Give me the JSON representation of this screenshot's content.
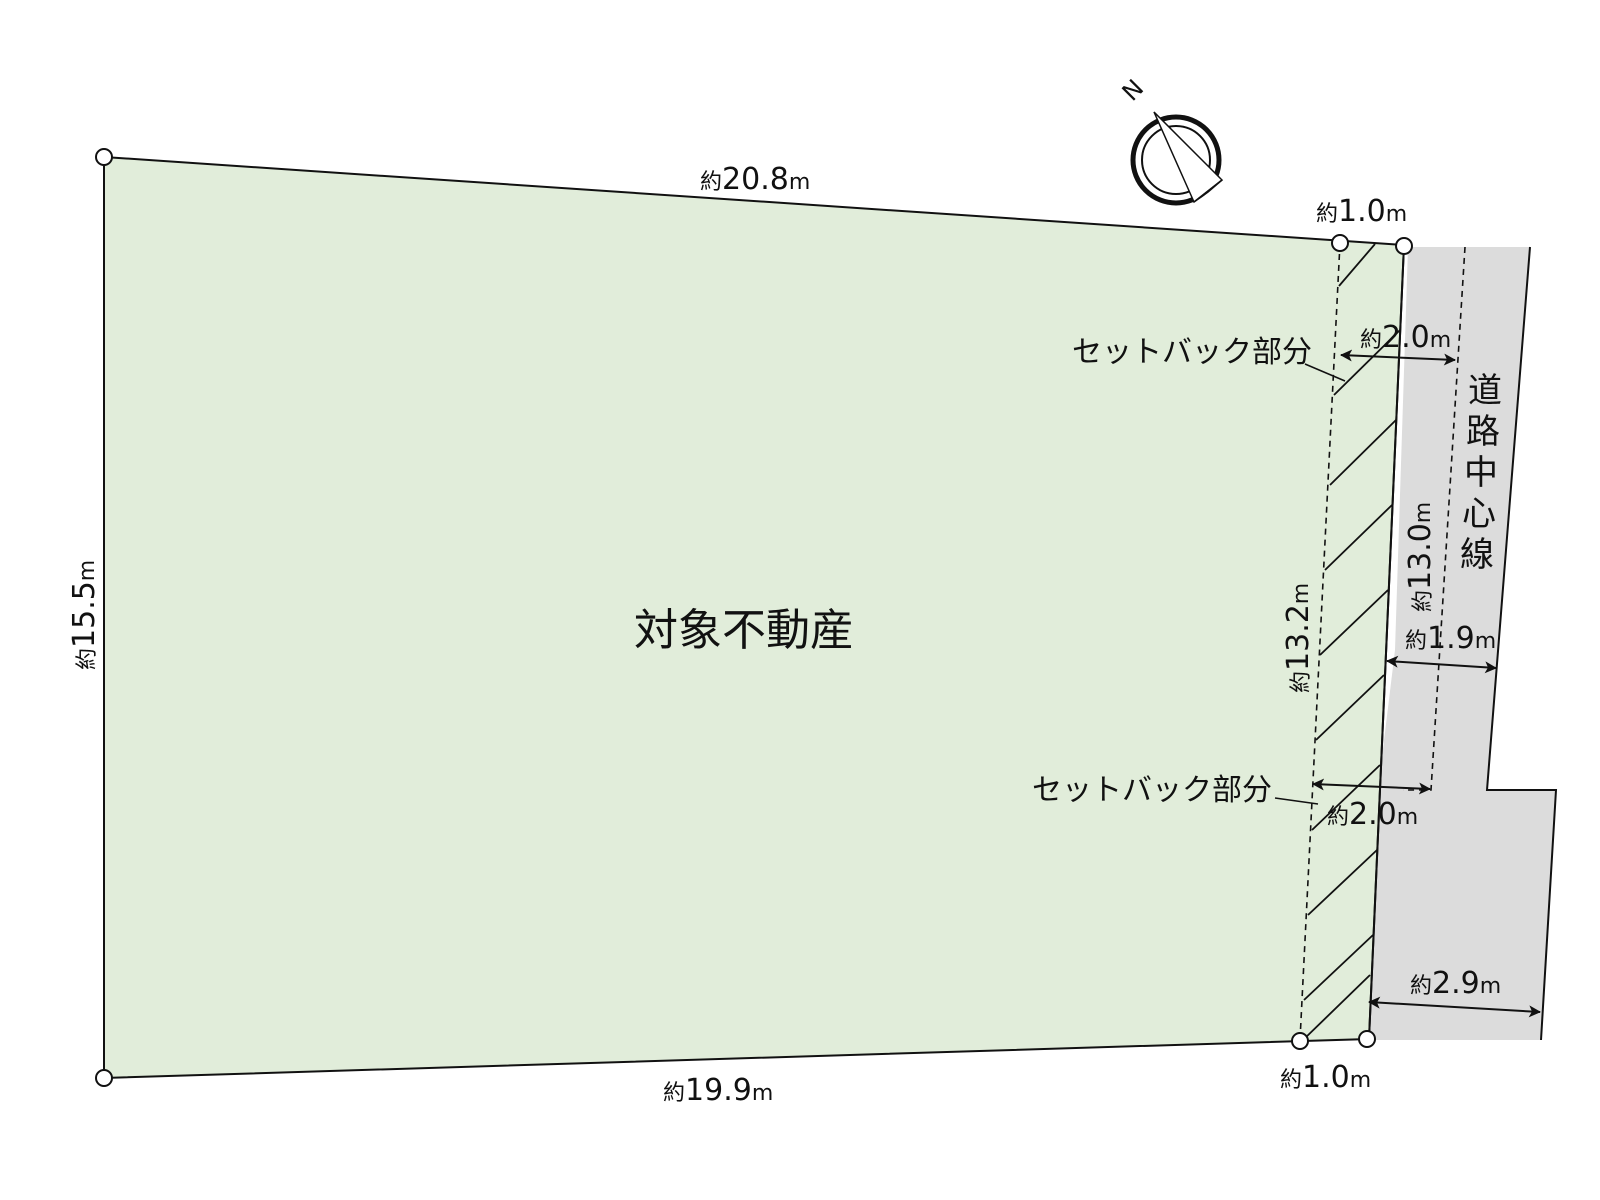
{
  "diagram": {
    "type": "site-plan",
    "colors": {
      "lot_fill": "#e1edda",
      "road_fill": "#dcdcdc",
      "line": "#111111",
      "background": "#ffffff"
    },
    "lot_label": "対象不動産",
    "compass": {
      "label": "N"
    },
    "road_center_label": [
      "道",
      "路",
      "中",
      "心",
      "線"
    ],
    "setback_labels": {
      "upper": "セットバック部分",
      "lower": "セットバック部分"
    },
    "dimensions": {
      "top": {
        "prefix": "約",
        "value": "20.8",
        "unit": "m"
      },
      "bottom": {
        "prefix": "約",
        "value": "19.9",
        "unit": "m"
      },
      "left": {
        "prefix": "約",
        "value": "15.5",
        "unit": "m"
      },
      "setback_top": {
        "prefix": "約",
        "value": "1.0",
        "unit": "m"
      },
      "setback_bottom": {
        "prefix": "約",
        "value": "1.0",
        "unit": "m"
      },
      "setback_depth_inner": {
        "prefix": "約",
        "value": "13.2",
        "unit": "m"
      },
      "frontage": {
        "prefix": "約",
        "value": "13.0",
        "unit": "m"
      },
      "to_center_upper": {
        "prefix": "約",
        "value": "2.0",
        "unit": "m"
      },
      "to_center_lower": {
        "prefix": "約",
        "value": "2.0",
        "unit": "m"
      },
      "road_width_upper": {
        "prefix": "約",
        "value": "1.9",
        "unit": "m"
      },
      "road_width_lower": {
        "prefix": "約",
        "value": "2.9",
        "unit": "m"
      }
    }
  }
}
